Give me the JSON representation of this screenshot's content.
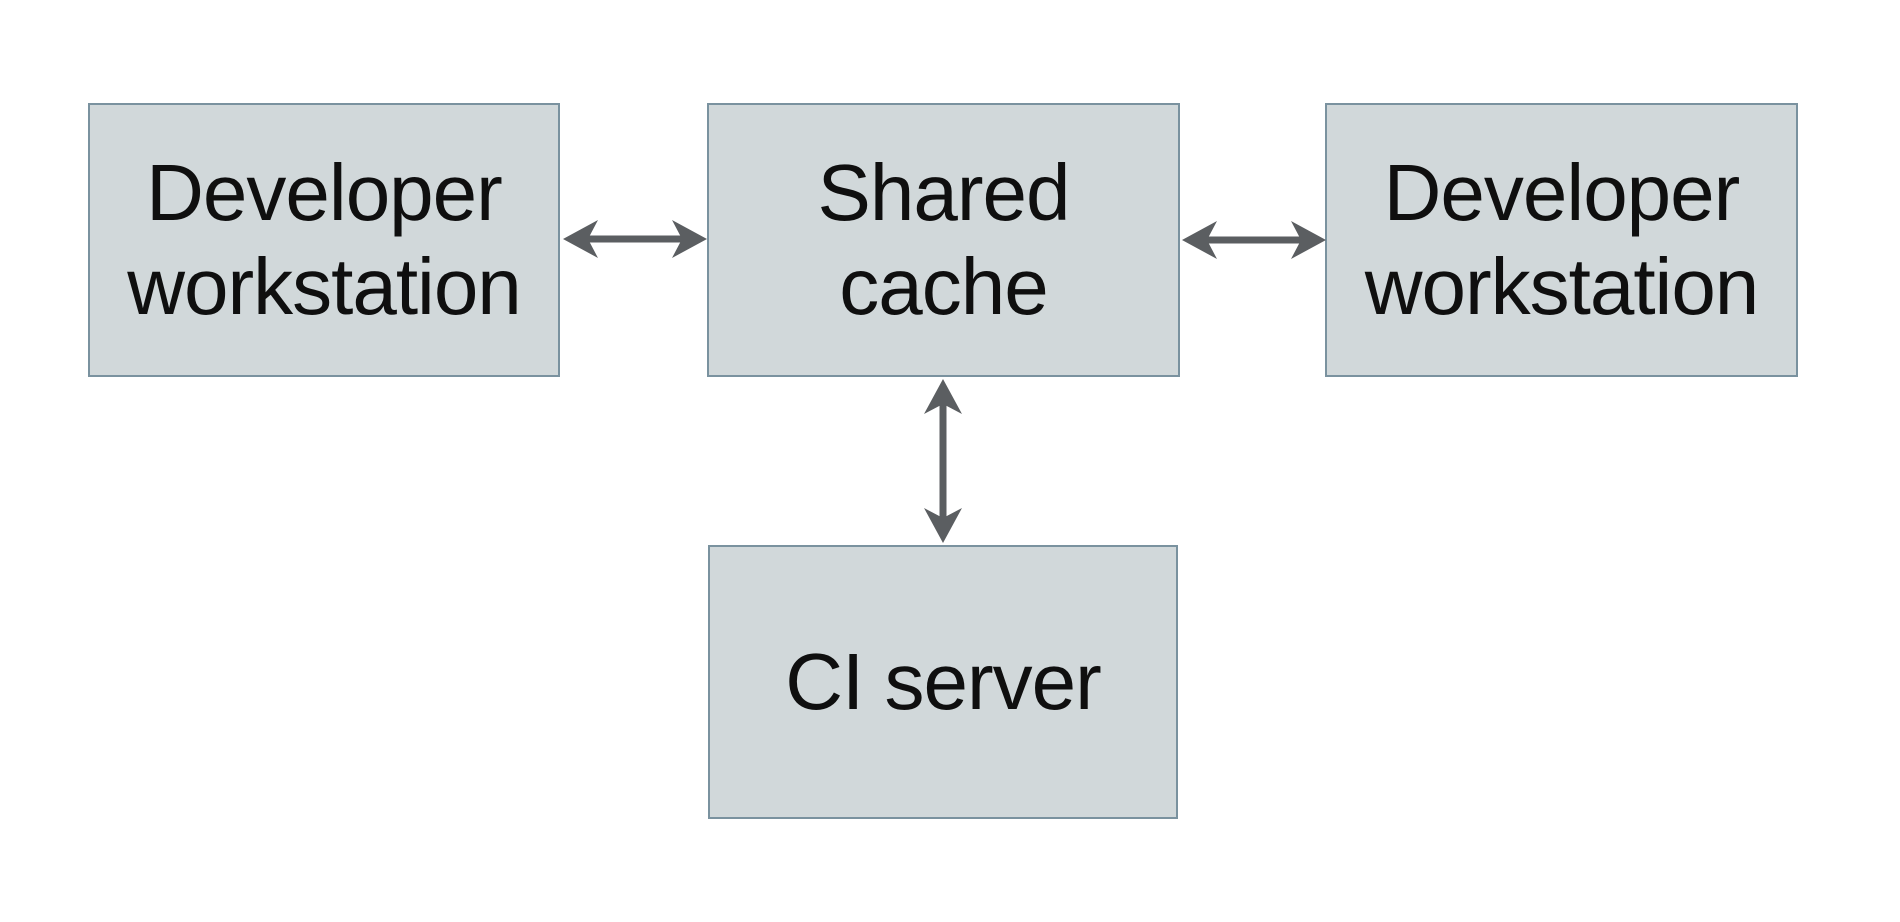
{
  "page": {
    "background": "#ffffff"
  },
  "diagram": {
    "colors": {
      "node_fill": "#d1d8da",
      "node_border": "#7a929f",
      "arrow": "#5b5e61",
      "text": "#0f0f0f"
    },
    "nodes": [
      {
        "id": "developer-workstation-left",
        "label": "Developer\nworkstation"
      },
      {
        "id": "shared-cache",
        "label": "Shared\ncache"
      },
      {
        "id": "developer-workstation-right",
        "label": "Developer\nworkstation"
      },
      {
        "id": "ci-server",
        "label": "CI server"
      }
    ],
    "connections": [
      {
        "from": "developer-workstation-left",
        "to": "shared-cache",
        "style": "double-headed-arrow",
        "orientation": "horizontal"
      },
      {
        "from": "shared-cache",
        "to": "developer-workstation-right",
        "style": "double-headed-arrow",
        "orientation": "horizontal"
      },
      {
        "from": "shared-cache",
        "to": "ci-server",
        "style": "double-headed-arrow",
        "orientation": "vertical"
      }
    ]
  }
}
